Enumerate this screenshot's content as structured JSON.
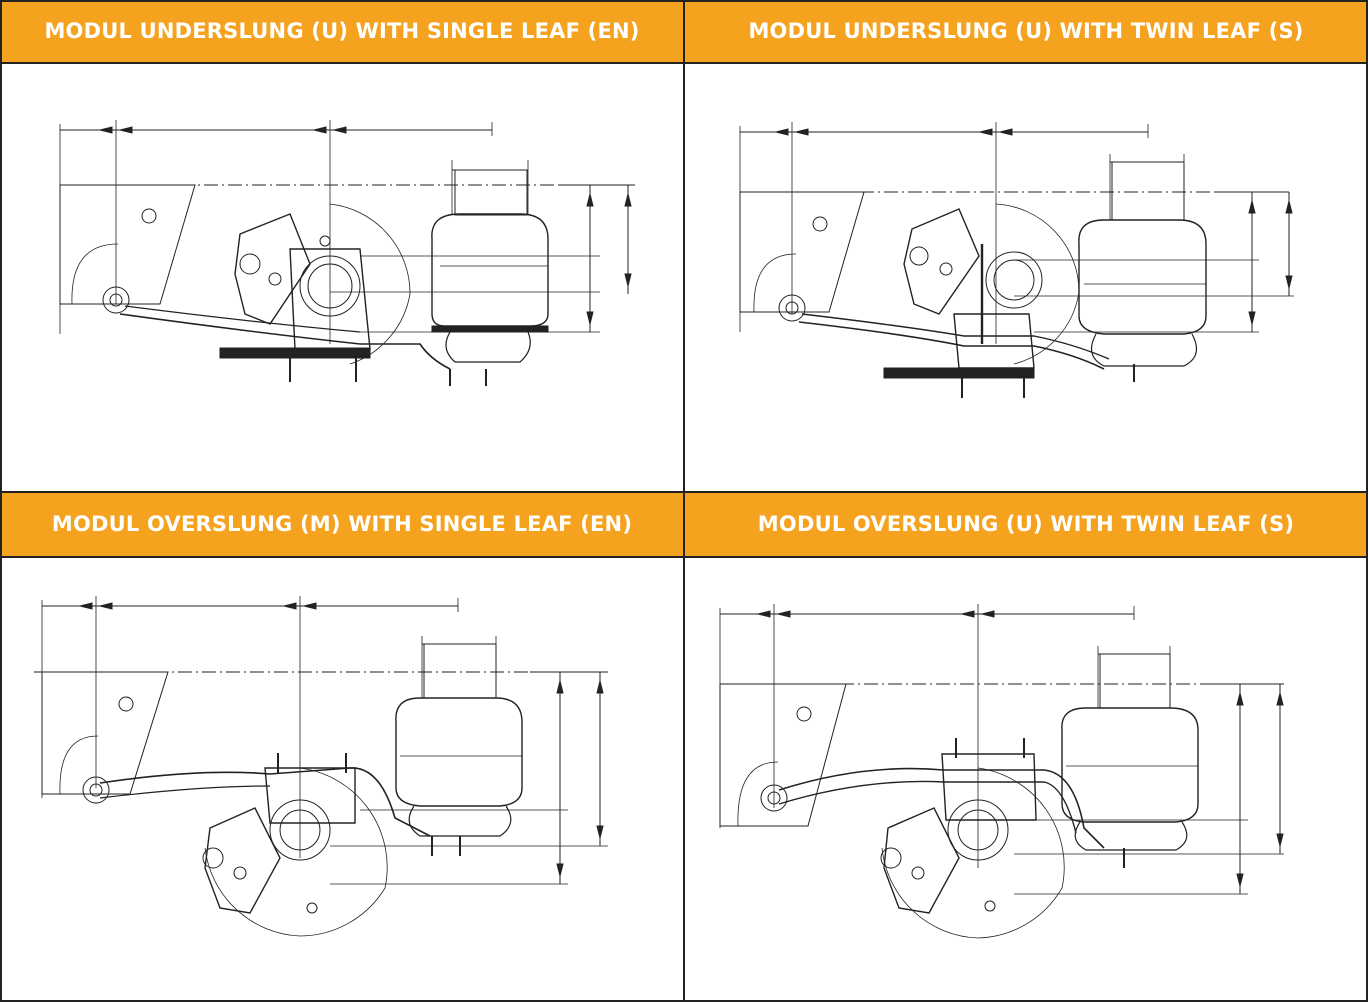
{
  "panels": [
    {
      "title": "MODUL UNDERSLUNG (U) WITH SINGLE LEAF (EN)"
    },
    {
      "title": "MODUL UNDERSLUNG (U) WITH TWIN LEAF (S)"
    },
    {
      "title": "MODUL OVERSLUNG (M) WITH SINGLE LEAF (EN)"
    },
    {
      "title": "MODUL OVERSLUNG (U) WITH TWIN LEAF (S)"
    }
  ],
  "colors": {
    "header_bg": "#f5a21e",
    "header_text": "#ffffff",
    "line": "#222222"
  }
}
